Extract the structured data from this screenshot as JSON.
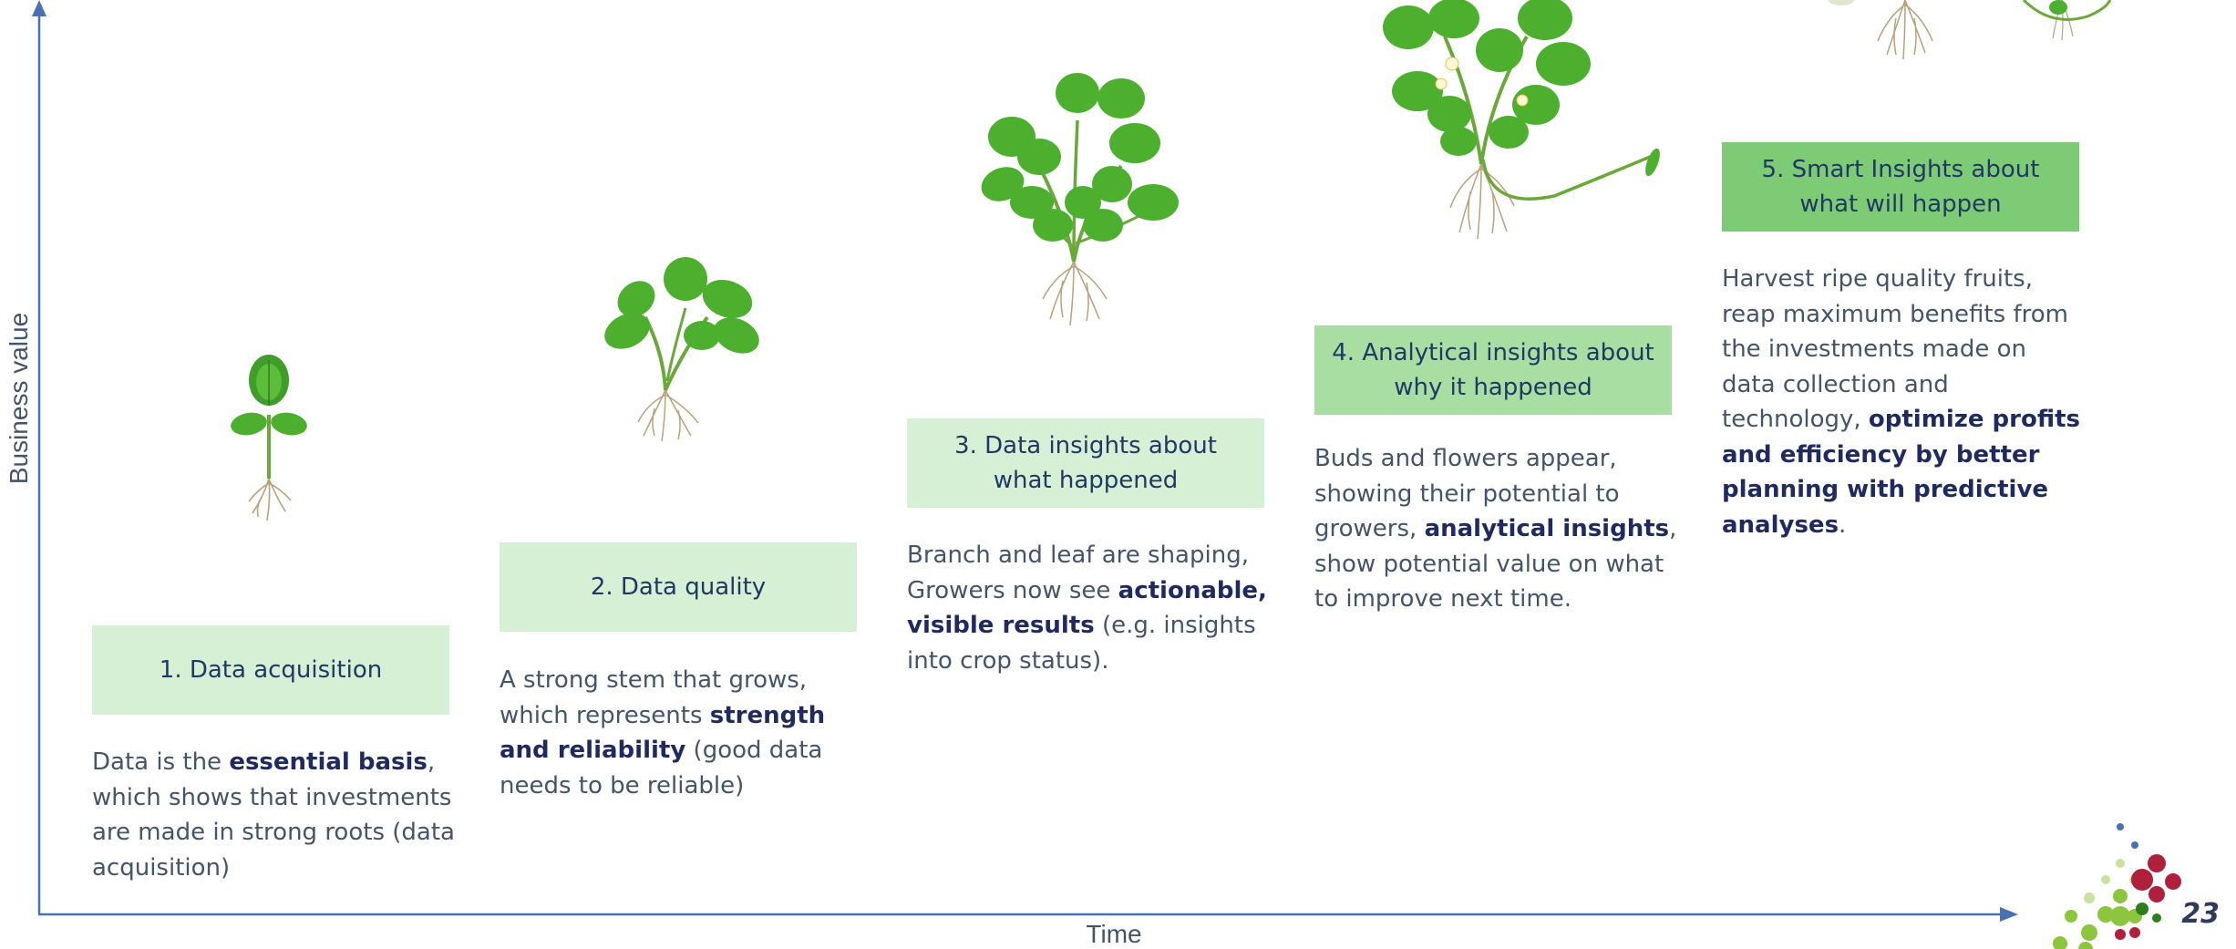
{
  "axes": {
    "y_label": "Business value",
    "x_label": "Time"
  },
  "stages": [
    {
      "title": "1. Data acquisition",
      "box_color": "#d6f0d5",
      "desc": [
        {
          "text": "Data is the "
        },
        {
          "text": "essential basis",
          "hl": true
        },
        {
          "text": ", which shows that investments are made in strong roots (data acquisition)"
        }
      ]
    },
    {
      "title": "2. Data quality",
      "box_color": "#d6f0d5",
      "desc": [
        {
          "text": "A strong stem that grows, which represents "
        },
        {
          "text": "strength and reliability",
          "hl": true
        },
        {
          "text": " (good data needs to be reliable)"
        }
      ]
    },
    {
      "title": "3. Data insights about what happened",
      "box_color": "#d6f0d5",
      "desc": [
        {
          "text": "Branch and leaf are shaping, Growers now see "
        },
        {
          "text": "actionable, visible results",
          "hl": true
        },
        {
          "text": " (e.g. insights into crop status)."
        }
      ]
    },
    {
      "title": "4. Analytical insights about why it happened",
      "box_color": "#a9dea3",
      "desc": [
        {
          "text": "Buds and flowers appear, showing their potential to growers, "
        },
        {
          "text": "analytical insights",
          "hl": true
        },
        {
          "text": ", show potential value on what to improve next time."
        }
      ]
    },
    {
      "title": "5. Smart Insights about what will happen",
      "box_color": "#7ecb76",
      "desc": [
        {
          "text": "Harvest ripe quality fruits, reap maximum benefits from the investments made on data collection and technology, "
        },
        {
          "text": "optimize profits and efficiency by better planning with predictive analyses",
          "hl": true
        },
        {
          "text": "."
        }
      ]
    }
  ],
  "page_number": "23",
  "colors": {
    "axis": "#4a72b0",
    "leaf": "#4caf2e",
    "leaf_dark": "#2e7d1f",
    "stem": "#6aa83a",
    "root": "#b8a27a",
    "text": "#44546a",
    "highlight_text": "#1f2a5e",
    "logo_green": "#8cc63f",
    "logo_red": "#b0203a",
    "logo_blue": "#4a72b0"
  },
  "icons": {
    "plants": [
      "seedling-icon",
      "young-plant-icon",
      "leafy-plant-icon",
      "flowering-plant-icon",
      "fruiting-plant-icon"
    ],
    "logo": "dot-cluster-logo"
  }
}
